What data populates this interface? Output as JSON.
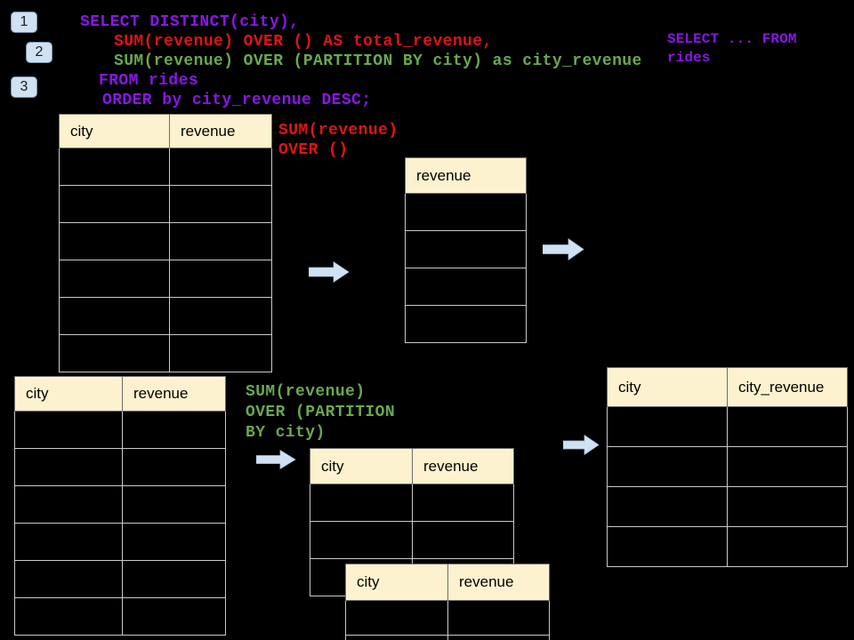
{
  "colors": {
    "background": "#000000",
    "sql_purple": "#8a16e8",
    "sql_red": "#e01414",
    "sql_green": "#6aa84f",
    "table_header_fill": "#fcf2cf",
    "table_body_border": "#c9c9c9",
    "arrow_blue": "#cfe2f3",
    "badge_blue": "#cfe2f3"
  },
  "badges": [
    {
      "label": "1"
    },
    {
      "label": "2"
    },
    {
      "label": "3"
    }
  ],
  "sql": {
    "line1": "SELECT DISTINCT(city),",
    "line2": "SUM(revenue) OVER () AS total_revenue,",
    "line3": "SUM(revenue) OVER (PARTITION BY city) as city_revenue",
    "line4": "FROM rides",
    "line5": "ORDER by city_revenue DESC;"
  },
  "side_note": {
    "line1": "SELECT ... FROM",
    "line2": "rides"
  },
  "annotation_total": {
    "line1": "SUM(revenue)",
    "line2": "OVER ()"
  },
  "annotation_partition": {
    "line1": "SUM(revenue)",
    "line2": "OVER (PARTITION",
    "line3": "BY city)"
  },
  "tables": {
    "source_top": {
      "col1": "city",
      "col2": "revenue",
      "body_rows": 6
    },
    "total_revenue": {
      "col1": "revenue",
      "body_rows": 4
    },
    "source_bottom": {
      "col1": "city",
      "col2": "revenue",
      "body_rows": 6
    },
    "partition_group_a": {
      "col1": "city",
      "col2": "revenue",
      "body_rows": 3
    },
    "partition_group_b": {
      "col1": "city",
      "col2": "revenue",
      "body_rows": 2
    },
    "result": {
      "col1": "city",
      "col2": "city_revenue",
      "body_rows": 4
    }
  }
}
